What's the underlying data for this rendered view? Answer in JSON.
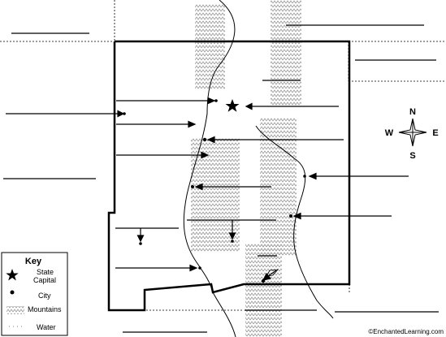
{
  "key": {
    "title": "Key",
    "state_capital_line1": "State",
    "state_capital_line2": "Capital",
    "city": "City",
    "mountains": "Mountains",
    "water": "Water"
  },
  "compass": {
    "n": "N",
    "s": "S",
    "e": "E",
    "w": "W"
  },
  "credit": "©EnchantedLearning.com",
  "colors": {
    "ink": "#000000",
    "mountain_pattern": "#9a9a9a",
    "background": "#ffffff"
  }
}
